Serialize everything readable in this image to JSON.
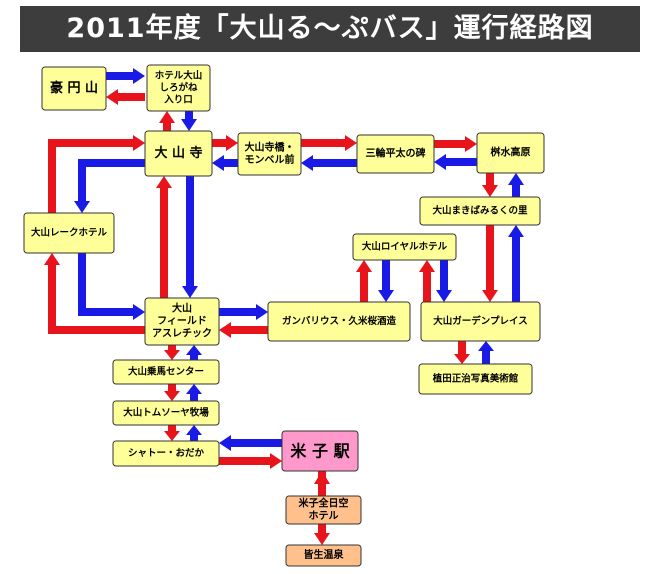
{
  "title": "2011年度「大山る〜ぷバス」運行経路図",
  "colors": {
    "red": "#e8141c",
    "blue": "#1a1ae6",
    "yellow": "#ffff99",
    "pink": "#ff99cc",
    "orange": "#ffc08c"
  },
  "nodes": [
    {
      "id": "gouenzan",
      "lines": [
        "豪 円 山"
      ],
      "color": "yellow"
    },
    {
      "id": "hotel-daisen-shirogane",
      "lines": [
        "ホテル大山",
        "しろがね",
        "入り口"
      ],
      "color": "yellow"
    },
    {
      "id": "daisenji",
      "lines": [
        "大 山 寺"
      ],
      "color": "yellow"
    },
    {
      "id": "daisenjibashi-monbel",
      "lines": [
        "大山寺橋・",
        "モンベル前"
      ],
      "color": "yellow"
    },
    {
      "id": "miwa-heita",
      "lines": [
        "三輪平太の碑"
      ],
      "color": "yellow"
    },
    {
      "id": "masumizu-kogen",
      "lines": [
        "桝水高原"
      ],
      "color": "yellow"
    },
    {
      "id": "daisen-makiba",
      "lines": [
        "大山まきばみるくの里"
      ],
      "color": "yellow"
    },
    {
      "id": "daisen-lake-hotel",
      "lines": [
        "大山レークホテル"
      ],
      "color": "yellow"
    },
    {
      "id": "daisen-royal-hotel",
      "lines": [
        "大山ロイヤルホテル"
      ],
      "color": "yellow"
    },
    {
      "id": "daisen-field-athletic",
      "lines": [
        "大山",
        "フィールド",
        "アスレチック"
      ],
      "color": "yellow"
    },
    {
      "id": "ganbarius-kumezakura",
      "lines": [
        "ガンバリウス・久米桜酒造"
      ],
      "color": "yellow"
    },
    {
      "id": "daisen-garden-place",
      "lines": [
        "大山ガーデンプレイス"
      ],
      "color": "yellow"
    },
    {
      "id": "ueda-shoji-museum",
      "lines": [
        "植田正治写真美術館"
      ],
      "color": "yellow"
    },
    {
      "id": "daisen-equestrian",
      "lines": [
        "大山乗馬センター"
      ],
      "color": "yellow"
    },
    {
      "id": "daisen-tomsawyer",
      "lines": [
        "大山トムソーヤ牧場"
      ],
      "color": "yellow"
    },
    {
      "id": "chateau-odaka",
      "lines": [
        "シャトー・おだか"
      ],
      "color": "yellow"
    },
    {
      "id": "yonago-station",
      "lines": [
        "米 子 駅"
      ],
      "color": "pink"
    },
    {
      "id": "yonago-ana-hotel",
      "lines": [
        "米子全日空",
        "ホテル"
      ],
      "color": "orange"
    },
    {
      "id": "kaike-onsen",
      "lines": [
        "皆生温泉"
      ],
      "color": "orange"
    }
  ]
}
